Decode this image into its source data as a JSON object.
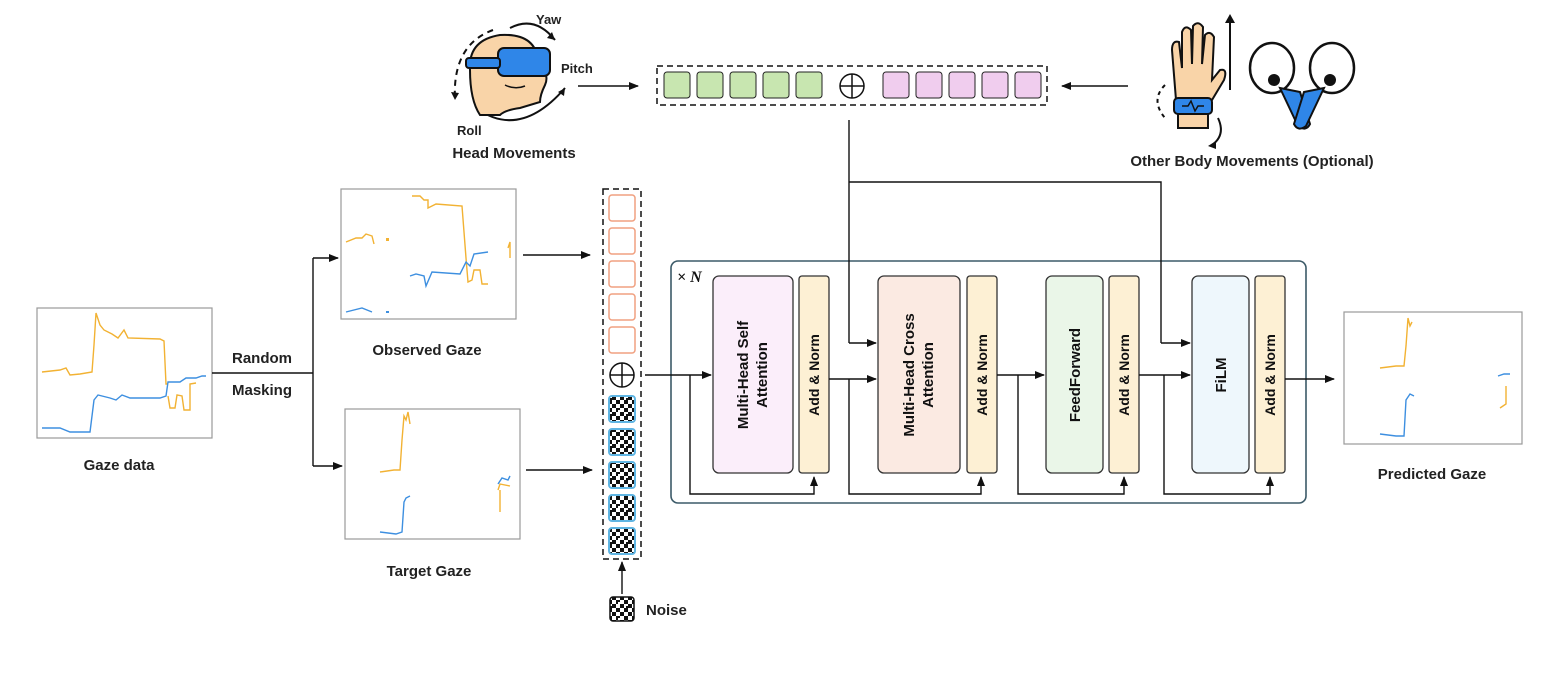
{
  "head": {
    "yaw": "Yaw",
    "pitch": "Pitch",
    "roll": "Roll",
    "title": "Head Movements"
  },
  "body_movements": {
    "title": "Other Body Movements (Optional)"
  },
  "gaze": {
    "data_label": "Gaze data",
    "masking_line1": "Random",
    "masking_line2": "Masking",
    "observed": "Observed Gaze",
    "target": "Target Gaze",
    "predicted": "Predicted Gaze"
  },
  "noise": {
    "label": "Noise"
  },
  "transformer": {
    "repeat": "× N",
    "blocks": [
      {
        "name": "Multi-Head Self Attention",
        "line1": "Multi-Head Self",
        "line2": "Attention",
        "fill": "#fbeefa",
        "norm": "Add & Norm"
      },
      {
        "name": "Multi-Head Cross Attention",
        "line1": "Multi-Head Cross",
        "line2": "Attention",
        "fill": "#fbeae2",
        "norm": "Add & Norm"
      },
      {
        "name": "FeedForward",
        "line1": "FeedForward",
        "line2": "",
        "fill": "#eaf6e8",
        "norm": "Add & Norm"
      },
      {
        "name": "FiLM",
        "line1": "FiLM",
        "line2": "",
        "fill": "#eef7fc",
        "norm": "Add & Norm"
      }
    ]
  },
  "colors": {
    "gaze_orange": "#f2b233",
    "gaze_blue": "#3d8fe0",
    "head_token": "#c8e6b0",
    "body_token": "#f0cdee",
    "observed_token_border": "#f0a080",
    "noise_token_border": "#5fb5e3",
    "add_norm": "#fdf0d4",
    "vr_blue": "#2f86e8"
  }
}
